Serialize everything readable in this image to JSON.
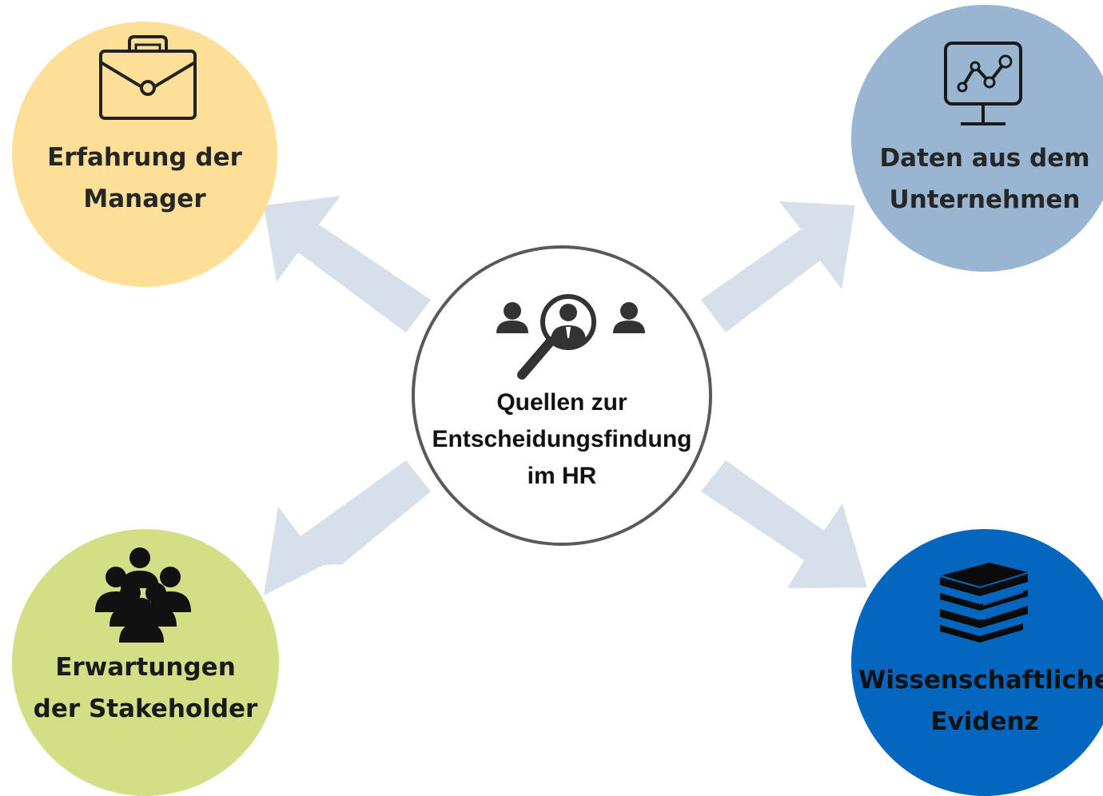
{
  "diagram": {
    "center": {
      "label": "Quellen zur\nEntscheidungsfindung\nim HR",
      "icon": "people-search-icon"
    },
    "nodes": [
      {
        "id": "top-left",
        "label": "Erfahrung der\nManager",
        "icon": "briefcase-icon",
        "color": "#fedf97"
      },
      {
        "id": "top-right",
        "label": "Daten aus dem\nUnternehmen",
        "icon": "monitor-chart-icon",
        "color": "#98b6d2"
      },
      {
        "id": "bottom-left",
        "label": "Erwartungen\nder Stakeholder",
        "icon": "group-icon",
        "color": "#d3df86"
      },
      {
        "id": "bottom-right",
        "label": "Wissenschaftliche\nEvidenz",
        "icon": "books-icon",
        "color": "#0467bf"
      }
    ],
    "arrow_color": "#d6e0ea"
  }
}
